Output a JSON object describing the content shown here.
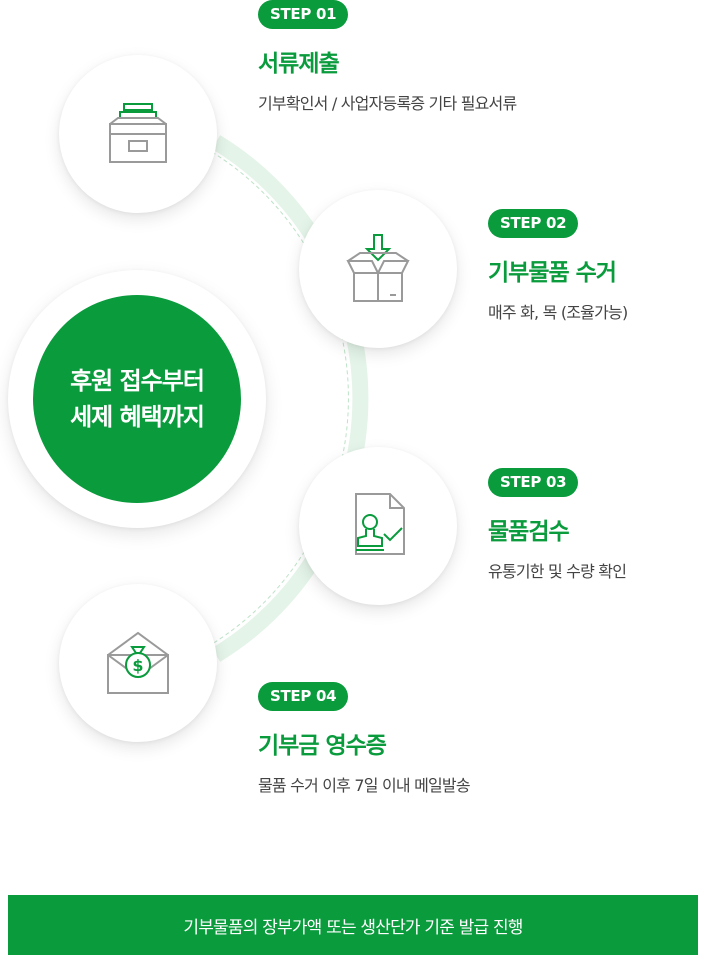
{
  "center": {
    "line1": "후원 접수부터",
    "line2": "세제 혜택까지"
  },
  "steps": [
    {
      "badge": "STEP 01",
      "title": "서류제출",
      "desc": "기부확인서 / 사업자등록증 기타 필요서류",
      "icon": "archive-box-icon"
    },
    {
      "badge": "STEP 02",
      "title": "기부물품 수거",
      "desc": "매주 화, 목 (조율가능)",
      "icon": "box-download-icon"
    },
    {
      "badge": "STEP 03",
      "title": "물품검수",
      "desc": "유통기한 및 수량 확인",
      "icon": "stamp-document-icon"
    },
    {
      "badge": "STEP 04",
      "title": "기부금 영수증",
      "desc": "물품 수거 이후 7일 이내 메일발송",
      "icon": "money-envelope-icon"
    }
  ],
  "footer": {
    "text": "기부물품의 장부가액 또는 생산단가 기준 발급 진행"
  },
  "colors": {
    "accent": "#0a9b3d",
    "arc": "#e4f4e8",
    "icon_gray": "#9a9a9a"
  }
}
